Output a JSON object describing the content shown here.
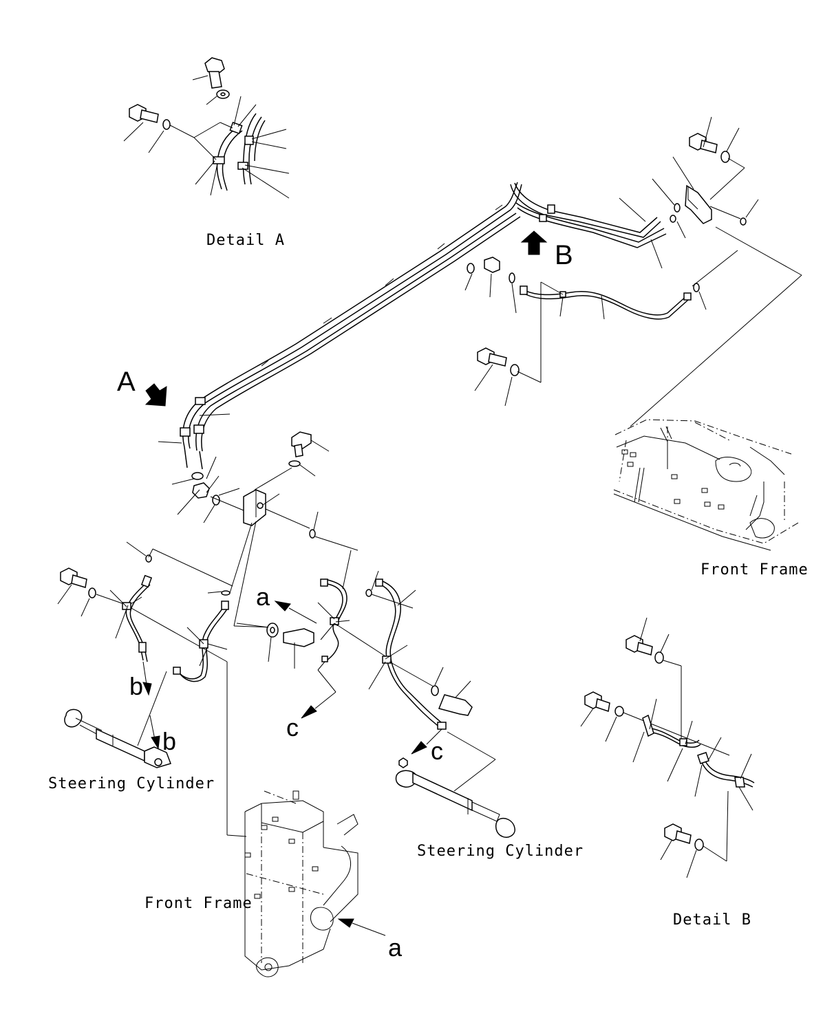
{
  "labels": {
    "detail_a": "Detail A",
    "detail_b": "Detail B",
    "front_frame_right": "Front Frame",
    "front_frame_bottom": "Front Frame",
    "steering_cylinder_left": "Steering Cylinder",
    "steering_cylinder_center": "Steering Cylinder"
  },
  "view_markers": {
    "a_upper": "A",
    "b_upper": "B"
  },
  "callouts": {
    "a_mid": "a",
    "a_bottom": "a",
    "b_first": "b",
    "b_second": "b",
    "c_left": "c",
    "c_right": "c"
  }
}
